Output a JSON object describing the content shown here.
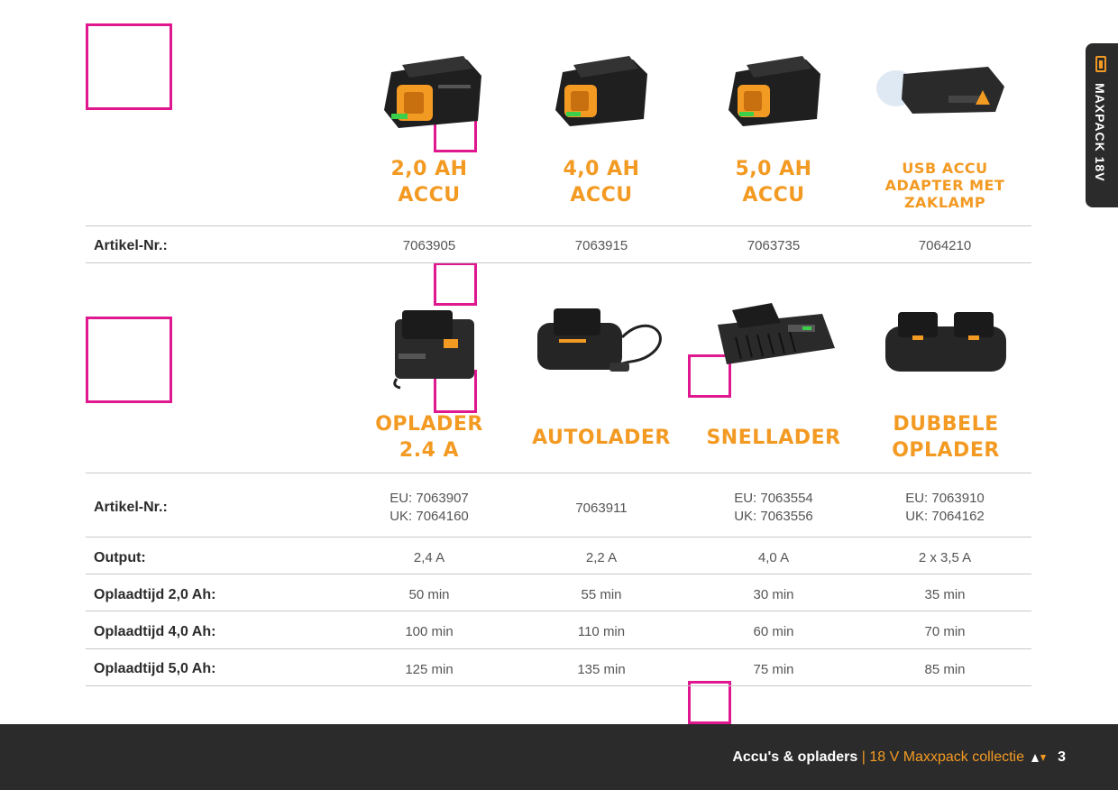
{
  "side_tab": {
    "label": "MAXPACK 18V",
    "icon": "battery-icon"
  },
  "batteries": {
    "products": [
      {
        "title": "2,0 AH ACCU",
        "article": "7063905"
      },
      {
        "title": "4,0 AH ACCU",
        "article": "7063915"
      },
      {
        "title": "5,0 AH ACCU",
        "article": "7063735"
      },
      {
        "title": "USB ACCU ADAPTER MET ZAKLAMP",
        "article": "7064210"
      }
    ],
    "rows": [
      {
        "label": "Artikel-Nr.:"
      }
    ]
  },
  "chargers": {
    "products": [
      {
        "title": "OPLADER 2.4 A"
      },
      {
        "title": "AUTOLADER"
      },
      {
        "title": "SNELLADER"
      },
      {
        "title": "DUBBELE OPLADER"
      }
    ],
    "article_label": "Artikel-Nr.:",
    "articles": [
      {
        "line1": "EU: 7063907",
        "line2": "UK: 7064160"
      },
      {
        "line1": "7063911",
        "line2": ""
      },
      {
        "line1": "EU: 7063554",
        "line2": "UK: 7063556"
      },
      {
        "line1": "EU: 7063910",
        "line2": "UK: 7064162"
      }
    ],
    "rows": [
      {
        "label": "Output:",
        "values": [
          "2,4 A",
          "2,2 A",
          "4,0 A",
          "2 x 3,5 A"
        ]
      },
      {
        "label": "Oplaadtijd 2,0 Ah:",
        "values": [
          "50 min",
          "55 min",
          "30 min",
          "35 min"
        ]
      },
      {
        "label": "Oplaadtijd 4,0 Ah:",
        "values": [
          "100 min",
          "110 min",
          "60 min",
          "70 min"
        ]
      },
      {
        "label": "Oplaadtijd 5,0 Ah:",
        "values": [
          "125 min",
          "135 min",
          "75 min",
          "85 min"
        ]
      }
    ]
  },
  "footer": {
    "section": "Accu's & opladers",
    "separator": "|",
    "subtitle": "18 V Maxxpack collectie",
    "page_number": "3"
  },
  "colors": {
    "accent": "#f39a23",
    "dark": "#2b2b2b",
    "marker": "#e0188f"
  }
}
